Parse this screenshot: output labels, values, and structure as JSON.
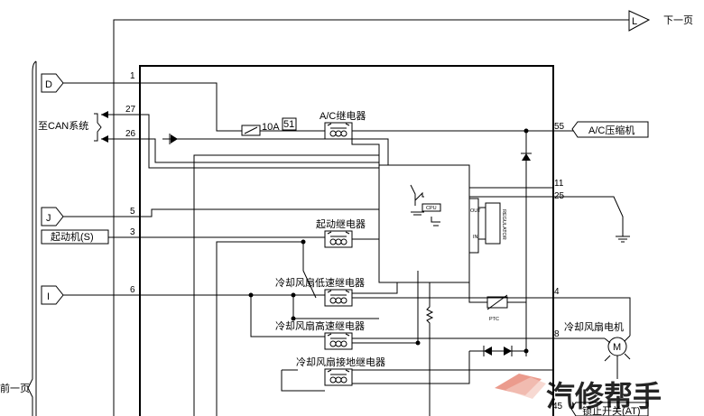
{
  "nav": {
    "next_page": "下一页",
    "prev_page": "前一页"
  },
  "connectors": {
    "L": "L",
    "D": "D",
    "J": "J",
    "I": "I"
  },
  "labels": {
    "can_system": "至CAN系统",
    "starter": "起动机(S)",
    "ac_compressor": "A/C压缩机",
    "fan_motor": "冷却风扇电机",
    "lock_switch": "锁止开关(AT)",
    "fuse_rating": "10A",
    "fuse_number": "51",
    "motor_symbol": "M",
    "cpu": "CPU",
    "out": "OUT",
    "in": "IN",
    "regulator": "REGULATOR",
    "ptc": "PTC"
  },
  "relays": {
    "ac": "A/C继电器",
    "start": "起动继电器",
    "fan_low": "冷却风扇低速继电器",
    "fan_high": "冷却风扇高速继电器",
    "fan_ground": "冷却风扇接地继电器"
  },
  "pins": {
    "p1": "1",
    "p27": "27",
    "p26": "26",
    "p5": "5",
    "p3": "3",
    "p6": "6",
    "p55": "55",
    "p11": "11",
    "p25": "25",
    "p4": "4",
    "p8": "8",
    "p45": "45"
  },
  "watermark": {
    "text": "汽修帮手"
  }
}
